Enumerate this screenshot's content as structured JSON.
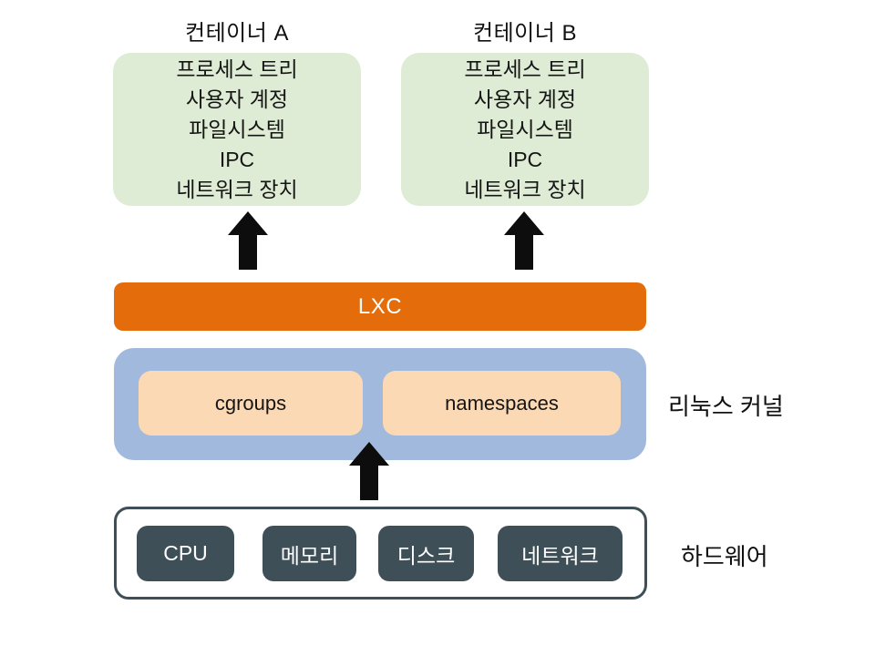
{
  "containers": [
    {
      "title": "컨테이너 A",
      "items": [
        "프로세스 트리",
        "사용자 계정",
        "파일시스템",
        "IPC",
        "네트워크 장치"
      ]
    },
    {
      "title": "컨테이너 B",
      "items": [
        "프로세스 트리",
        "사용자 계정",
        "파일시스템",
        "IPC",
        "네트워크 장치"
      ]
    }
  ],
  "lxc": {
    "label": "LXC"
  },
  "kernel": {
    "label": "리눅스 커널",
    "components": [
      "cgroups",
      "namespaces"
    ]
  },
  "hardware": {
    "label": "하드웨어",
    "components": [
      "CPU",
      "메모리",
      "디스크",
      "네트워크"
    ]
  },
  "colors": {
    "container_bg": "#deecd5",
    "lxc_bg": "#e46c0a",
    "lxc_text": "#ffffff",
    "kernel_bg": "#a1b9dc",
    "kernel_component_bg": "#fbd9b4",
    "hardware_border": "#3e4f58",
    "hardware_component_bg": "#3e4f58",
    "hardware_component_text": "#ffffff",
    "arrow": "#0d0d0d",
    "text": "#111111",
    "page_bg": "#ffffff"
  }
}
